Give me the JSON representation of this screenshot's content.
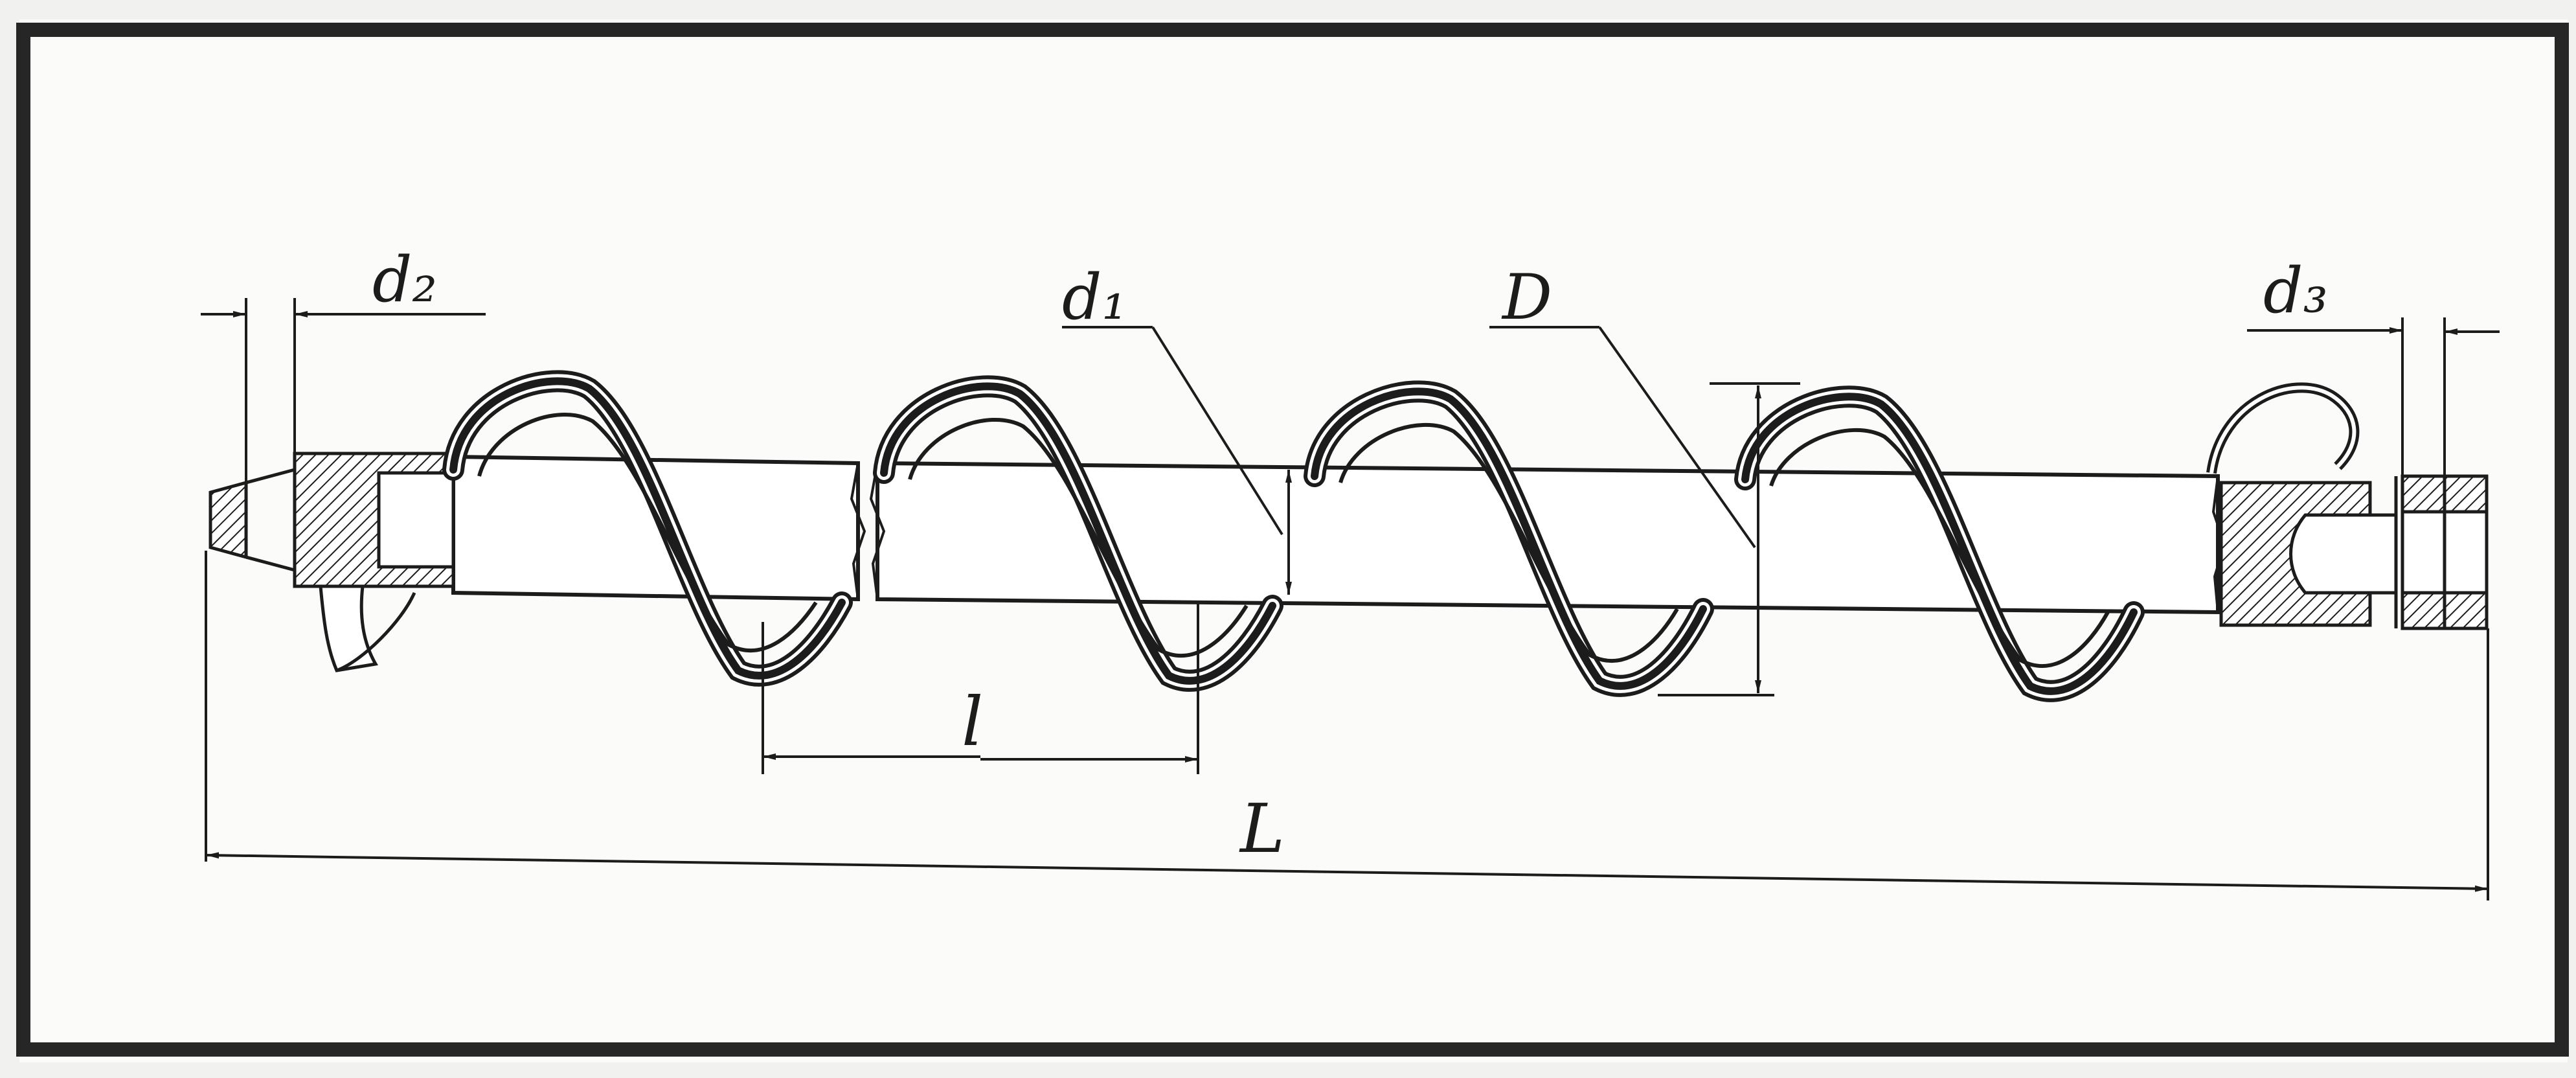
{
  "labels": {
    "d2_left": "d₂",
    "d1": "d₁",
    "D": "D",
    "d3": "d₃",
    "l": "l",
    "L": "L"
  },
  "colors": {
    "paper": "#fbfbf9",
    "ink": "#1c1c1c",
    "frame": "#262626",
    "background": "#f1f1ef"
  }
}
